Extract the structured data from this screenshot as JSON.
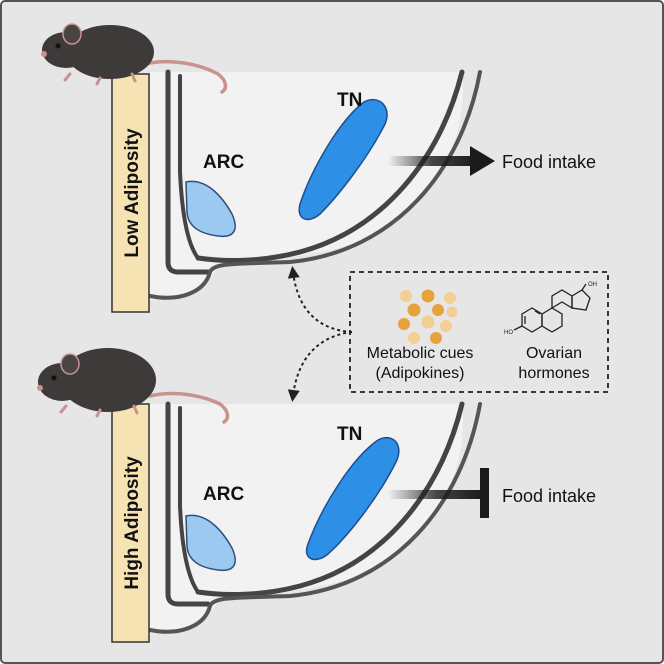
{
  "panels": {
    "low": {
      "bar_label": "Low Adiposity",
      "arc_label": "ARC",
      "tn_label": "TN",
      "output_label": "Food intake",
      "effect": "stimulate"
    },
    "high": {
      "bar_label": "High Adiposity",
      "arc_label": "ARC",
      "tn_label": "TN",
      "output_label": "Food intake",
      "effect": "inhibit"
    }
  },
  "signals_box": {
    "metabolic": {
      "line1": "Metabolic cues",
      "line2": "(Adipokines)"
    },
    "ovarian": {
      "line1": "Ovarian",
      "line2": "hormones"
    },
    "steroid_labels": {
      "oh_top": "OH",
      "ho_left": "HO"
    }
  },
  "colors": {
    "background": "#e6e6e6",
    "border": "#555555",
    "brain_fill": "#f2f2f2",
    "brain_outline": "#444444",
    "arc_fill": "#9cc9ef",
    "tn_fill": "#2d8fe6",
    "bar_fill": "#f6e3b3",
    "arrow": "#1a1a1a",
    "mouse_body": "#3d3a39",
    "mouse_tail": "#c9928e",
    "adipokine_dark": "#e7a23c",
    "adipokine_light": "#f3cf94"
  }
}
